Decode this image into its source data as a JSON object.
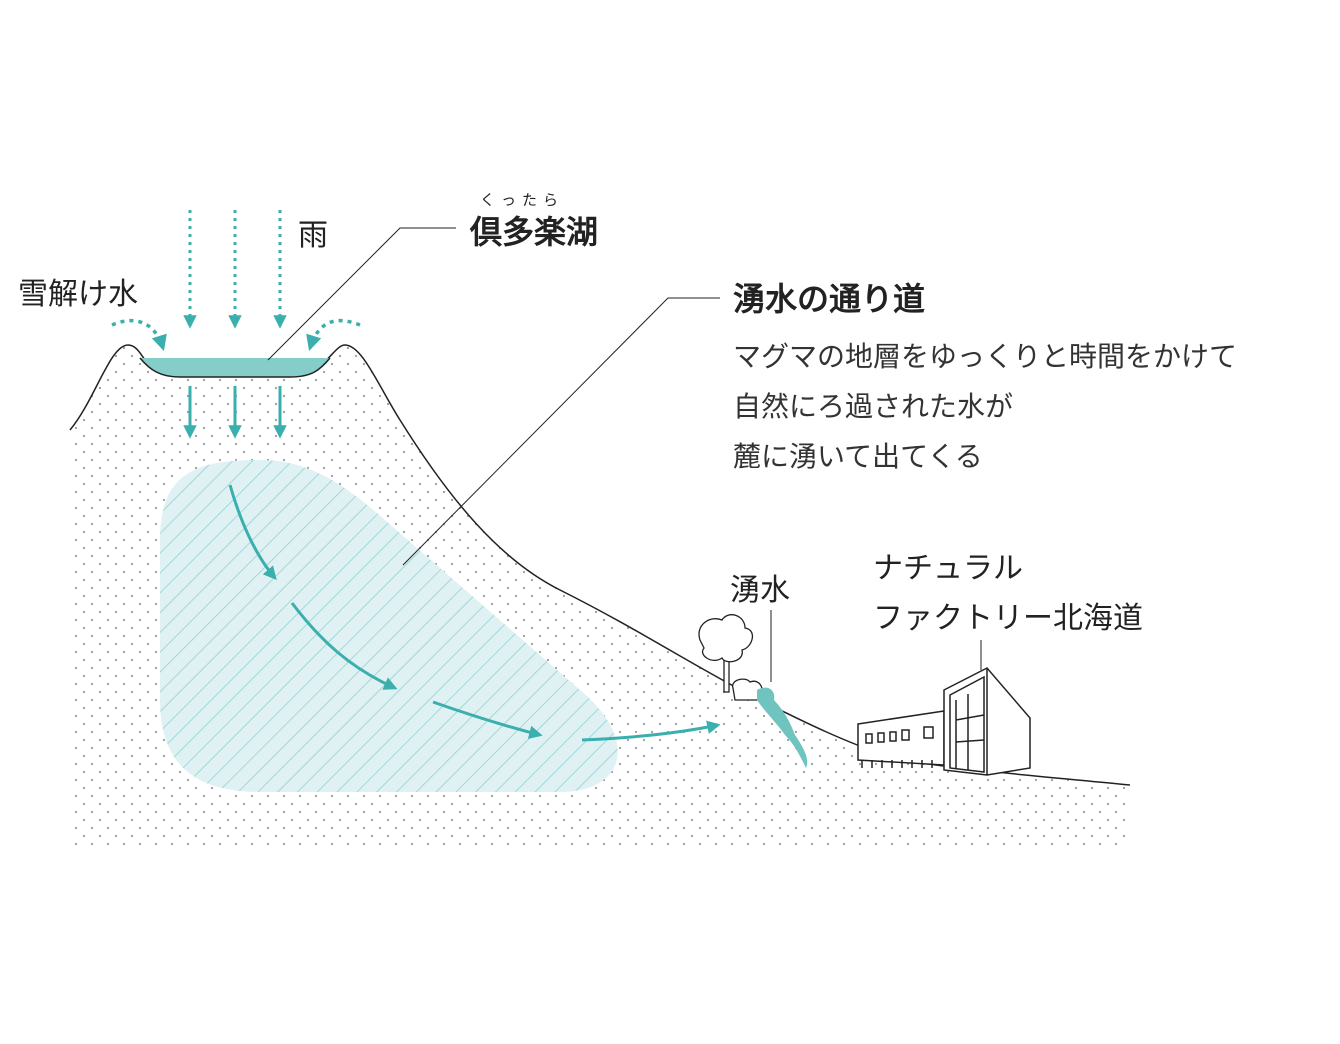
{
  "colors": {
    "teal": "#3aafae",
    "lake": "#84cdc8",
    "aquifer": "#dff1f3",
    "hatch": "#8fd0d0",
    "dots": "#999999"
  },
  "labels": {
    "rain": "雨",
    "snowmelt": "雪解け水",
    "lake_ruby": "くったら",
    "lake_name": "倶多楽湖",
    "path_title": "湧水の通り道",
    "path_desc": [
      "マグマの地層をゆっくりと時間をかけて",
      "自然にろ過された水が",
      "麓に湧いて出てくる"
    ],
    "spring": "湧水",
    "factory_line1": "ナチュラル",
    "factory_line2": "ファクトリー北海道"
  }
}
